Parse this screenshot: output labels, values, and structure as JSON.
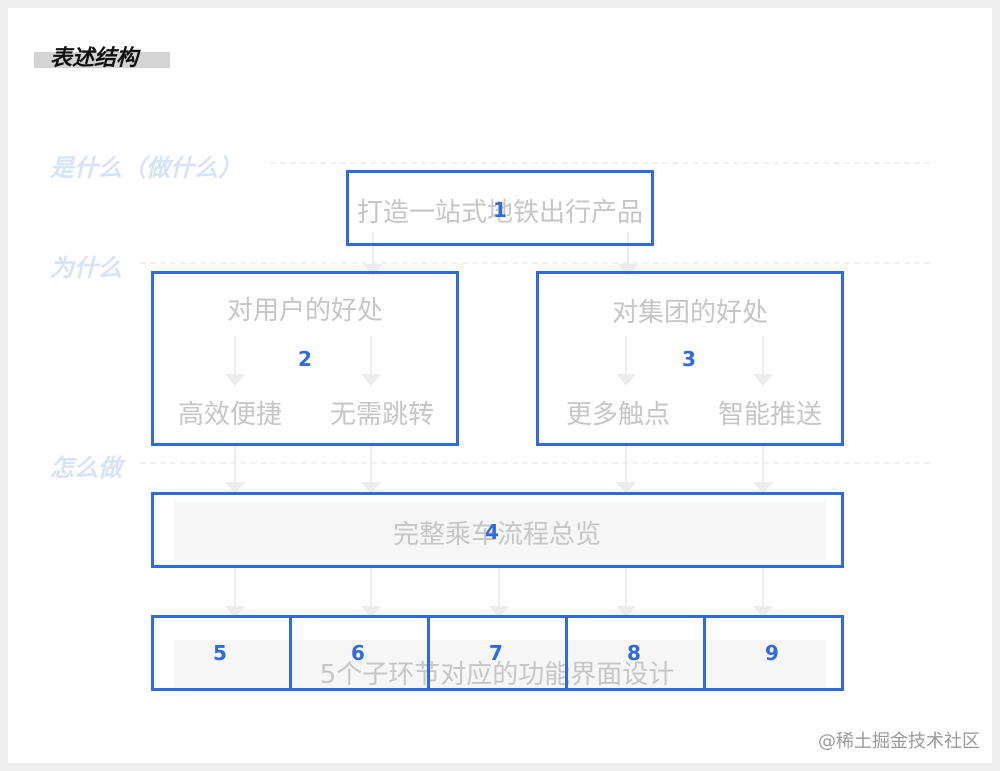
{
  "title": "表述结构",
  "row_labels": {
    "what": "是什么（做什么）",
    "why": "为什么",
    "how": "怎么做"
  },
  "nodes": {
    "top": "打造一站式地铁出行产品",
    "user_benefit": "对用户的好处",
    "user_sub1": "高效便捷",
    "user_sub2": "无需跳转",
    "group_benefit": "对集团的好处",
    "group_sub1": "更多触点",
    "group_sub2": "智能推送",
    "overview": "完整乘车流程总览",
    "bottom": "5个子环节对应的功能界面设计"
  },
  "markers": [
    "1",
    "2",
    "3",
    "4",
    "5",
    "6",
    "7",
    "8",
    "9"
  ],
  "watermark": "@稀土掘金技术社区",
  "colors": {
    "accent": "#2f6bdf",
    "faded_text": "#c6c6c6",
    "faded_label": "#d8e3f7"
  }
}
